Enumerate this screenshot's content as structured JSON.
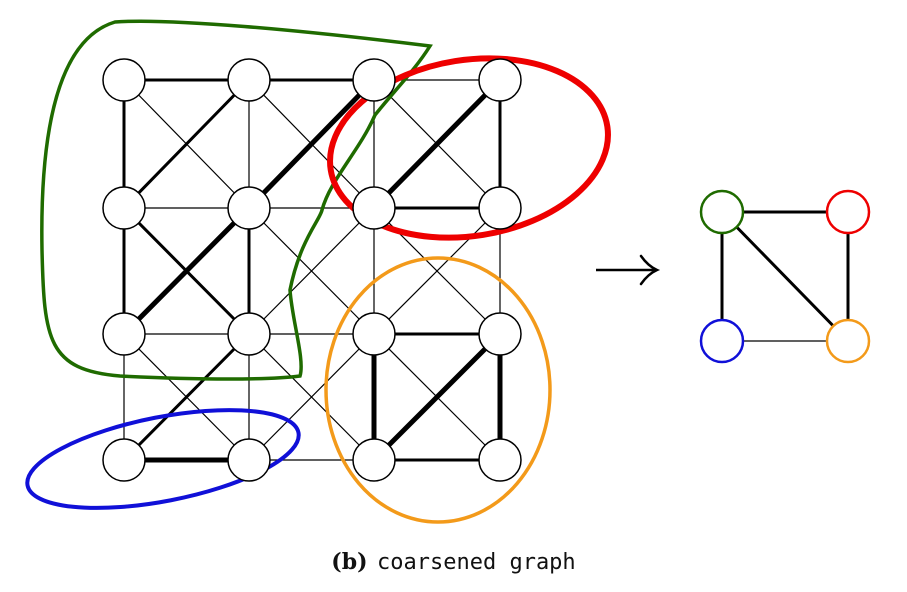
{
  "caption": {
    "label": "(b)",
    "text": "coarsened graph"
  },
  "colors": {
    "green": "#1f6b00",
    "red": "#ee0000",
    "blue": "#1010d8",
    "orange": "#f39a1a",
    "edge": "#000000"
  },
  "grid": {
    "rows": 4,
    "cols": 4
  },
  "edges": [
    [
      "a1",
      "b1",
      3
    ],
    [
      "b1",
      "c1",
      3
    ],
    [
      "c1",
      "d1",
      1.2
    ],
    [
      "a2",
      "b2",
      1.2
    ],
    [
      "b2",
      "c2",
      1.2
    ],
    [
      "c2",
      "d2",
      3
    ],
    [
      "a3",
      "b3",
      1.2
    ],
    [
      "b3",
      "c3",
      1.2
    ],
    [
      "c3",
      "d3",
      3
    ],
    [
      "a4",
      "b4",
      5
    ],
    [
      "b4",
      "c4",
      1.2
    ],
    [
      "c4",
      "d4",
      3
    ],
    [
      "a1",
      "a2",
      3
    ],
    [
      "a2",
      "a3",
      3
    ],
    [
      "a3",
      "a4",
      1.2
    ],
    [
      "b1",
      "b2",
      1.2
    ],
    [
      "b2",
      "b3",
      3
    ],
    [
      "b3",
      "b4",
      1.2
    ],
    [
      "c1",
      "c2",
      1.2
    ],
    [
      "c2",
      "c3",
      1.2
    ],
    [
      "c3",
      "c4",
      5
    ],
    [
      "d1",
      "d2",
      3
    ],
    [
      "d2",
      "d3",
      1.2
    ],
    [
      "d3",
      "d4",
      5
    ],
    [
      "a1",
      "b2",
      1.2
    ],
    [
      "b1",
      "a2",
      3
    ],
    [
      "b1",
      "c2",
      1.2
    ],
    [
      "c1",
      "b2",
      5
    ],
    [
      "c1",
      "d2",
      1.2
    ],
    [
      "d1",
      "c2",
      5
    ],
    [
      "a2",
      "b3",
      3
    ],
    [
      "b2",
      "a3",
      5
    ],
    [
      "b2",
      "c3",
      1.2
    ],
    [
      "c2",
      "b3",
      1.2
    ],
    [
      "c2",
      "d3",
      1.2
    ],
    [
      "d2",
      "c3",
      1.2
    ],
    [
      "a3",
      "b4",
      1.2
    ],
    [
      "b3",
      "a4",
      3
    ],
    [
      "b3",
      "c4",
      1.2
    ],
    [
      "c3",
      "b4",
      1.2
    ],
    [
      "c3",
      "d4",
      1.2
    ],
    [
      "d3",
      "c4",
      5
    ]
  ],
  "coarse_edges": [
    [
      "green",
      "red",
      3
    ],
    [
      "green",
      "blue",
      3
    ],
    [
      "green",
      "orange",
      3
    ],
    [
      "red",
      "orange",
      3
    ],
    [
      "blue",
      "orange",
      1.2
    ]
  ]
}
